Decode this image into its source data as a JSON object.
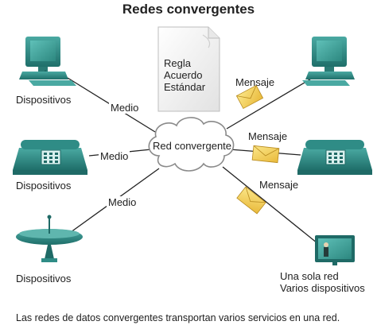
{
  "title": "Redes convergentes",
  "document": {
    "lines": [
      "Regla",
      "Acuerdo",
      "Estándar"
    ]
  },
  "center": "Red convergente",
  "devices": {
    "computer_left": "Dispositivos",
    "phone_left": "Dispositivos",
    "dish_left": "Dispositivos",
    "tv_right_line1": "Una sola red",
    "tv_right_line2": "Varios dispositivos"
  },
  "links": {
    "medio_top": "Medio",
    "medio_middle": "Medio",
    "medio_bottom": "Medio",
    "mensaje_top": "Mensaje",
    "mensaje_middle": "Mensaje",
    "mensaje_bottom": "Mensaje"
  },
  "caption": "Las redes de datos convergentes transportan varios servicios en una red.",
  "colors": {
    "device_teal": "#2f8c86",
    "device_dark": "#1f6a66",
    "envelope_yellow": "#f3d25a",
    "line": "#222222",
    "cloud_stroke": "#888888"
  }
}
